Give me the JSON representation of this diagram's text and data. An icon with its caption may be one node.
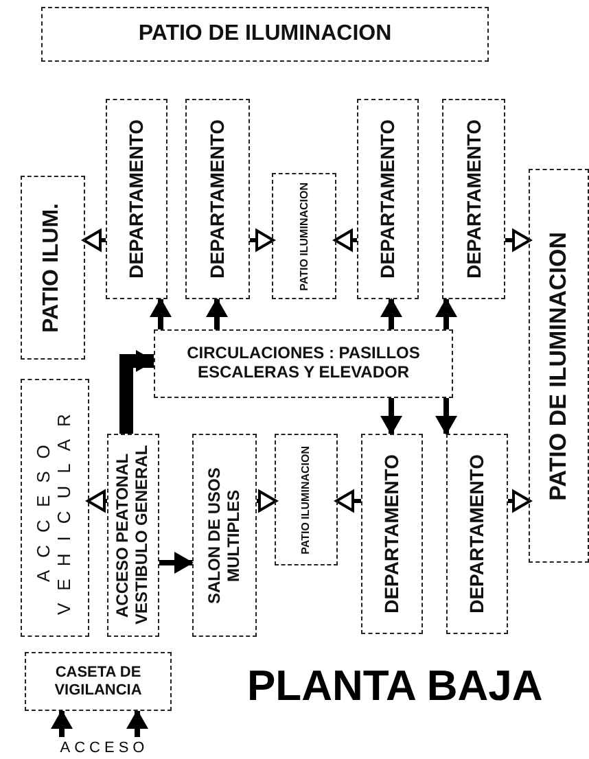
{
  "diagram": {
    "title": "PLANTA BAJA",
    "nodes": [
      {
        "text": [
          "PATIO DE ILUMINACION"
        ]
      },
      {
        "text": [
          "PATIO ILUM."
        ]
      },
      {
        "text": [
          "DEPARTAMENTO"
        ]
      },
      {
        "text": [
          "DEPARTAMENTO"
        ]
      },
      {
        "text": [
          "PATIO ILUMINACION"
        ]
      },
      {
        "text": [
          "DEPARTAMENTO"
        ]
      },
      {
        "text": [
          "DEPARTAMENTO"
        ]
      },
      {
        "text": [
          "PATIO DE ILUMINACION"
        ]
      },
      {
        "text": [
          "CIRCULACIONES : PASILLOS ESCALERAS Y ELEVADOR"
        ]
      },
      {
        "text": [
          "ACCESO VEHICULAR"
        ]
      },
      {
        "text": [
          "ACCESO PEATONAL VESTIBULO GENERAL"
        ]
      },
      {
        "text": [
          "SALON DE USOS MULTIPLES"
        ]
      },
      {
        "text": [
          "PATIO ILUMINACION"
        ]
      },
      {
        "text": [
          "DEPARTAMENTO"
        ]
      },
      {
        "text": [
          "DEPARTAMENTO"
        ]
      },
      {
        "text": [
          "CASETA DE VIGILANCIA"
        ]
      },
      {
        "text": [
          "ACCESO"
        ]
      }
    ],
    "edges": [
      {
        "from": 2,
        "to": 1,
        "arrow": "to"
      },
      {
        "from": 3,
        "to": 4,
        "arrow": "to"
      },
      {
        "from": 5,
        "to": 4,
        "arrow": "to"
      },
      {
        "from": 6,
        "to": 7,
        "arrow": "to"
      },
      {
        "from": 8,
        "to": 2,
        "arrow": "to"
      },
      {
        "from": 8,
        "to": 3,
        "arrow": "to"
      },
      {
        "from": 8,
        "to": 5,
        "arrow": "to"
      },
      {
        "from": 8,
        "to": 6,
        "arrow": "to"
      },
      {
        "from": 10,
        "to": 8,
        "arrow": "to",
        "style": "thick"
      },
      {
        "from": 10,
        "to": 9,
        "arrow": "to"
      },
      {
        "from": 10,
        "to": 11,
        "arrow": "to"
      },
      {
        "from": 11,
        "to": 12,
        "arrow": "to"
      },
      {
        "from": 8,
        "to": 13,
        "arrow": "to"
      },
      {
        "from": 8,
        "to": 14,
        "arrow": "to"
      },
      {
        "from": 13,
        "to": 12,
        "arrow": "to"
      },
      {
        "from": 14,
        "to": 7,
        "arrow": "to"
      },
      {
        "from": 16,
        "to": 15,
        "arrow": "to"
      },
      {
        "from": 16,
        "to": 15,
        "arrow": "to"
      }
    ]
  }
}
